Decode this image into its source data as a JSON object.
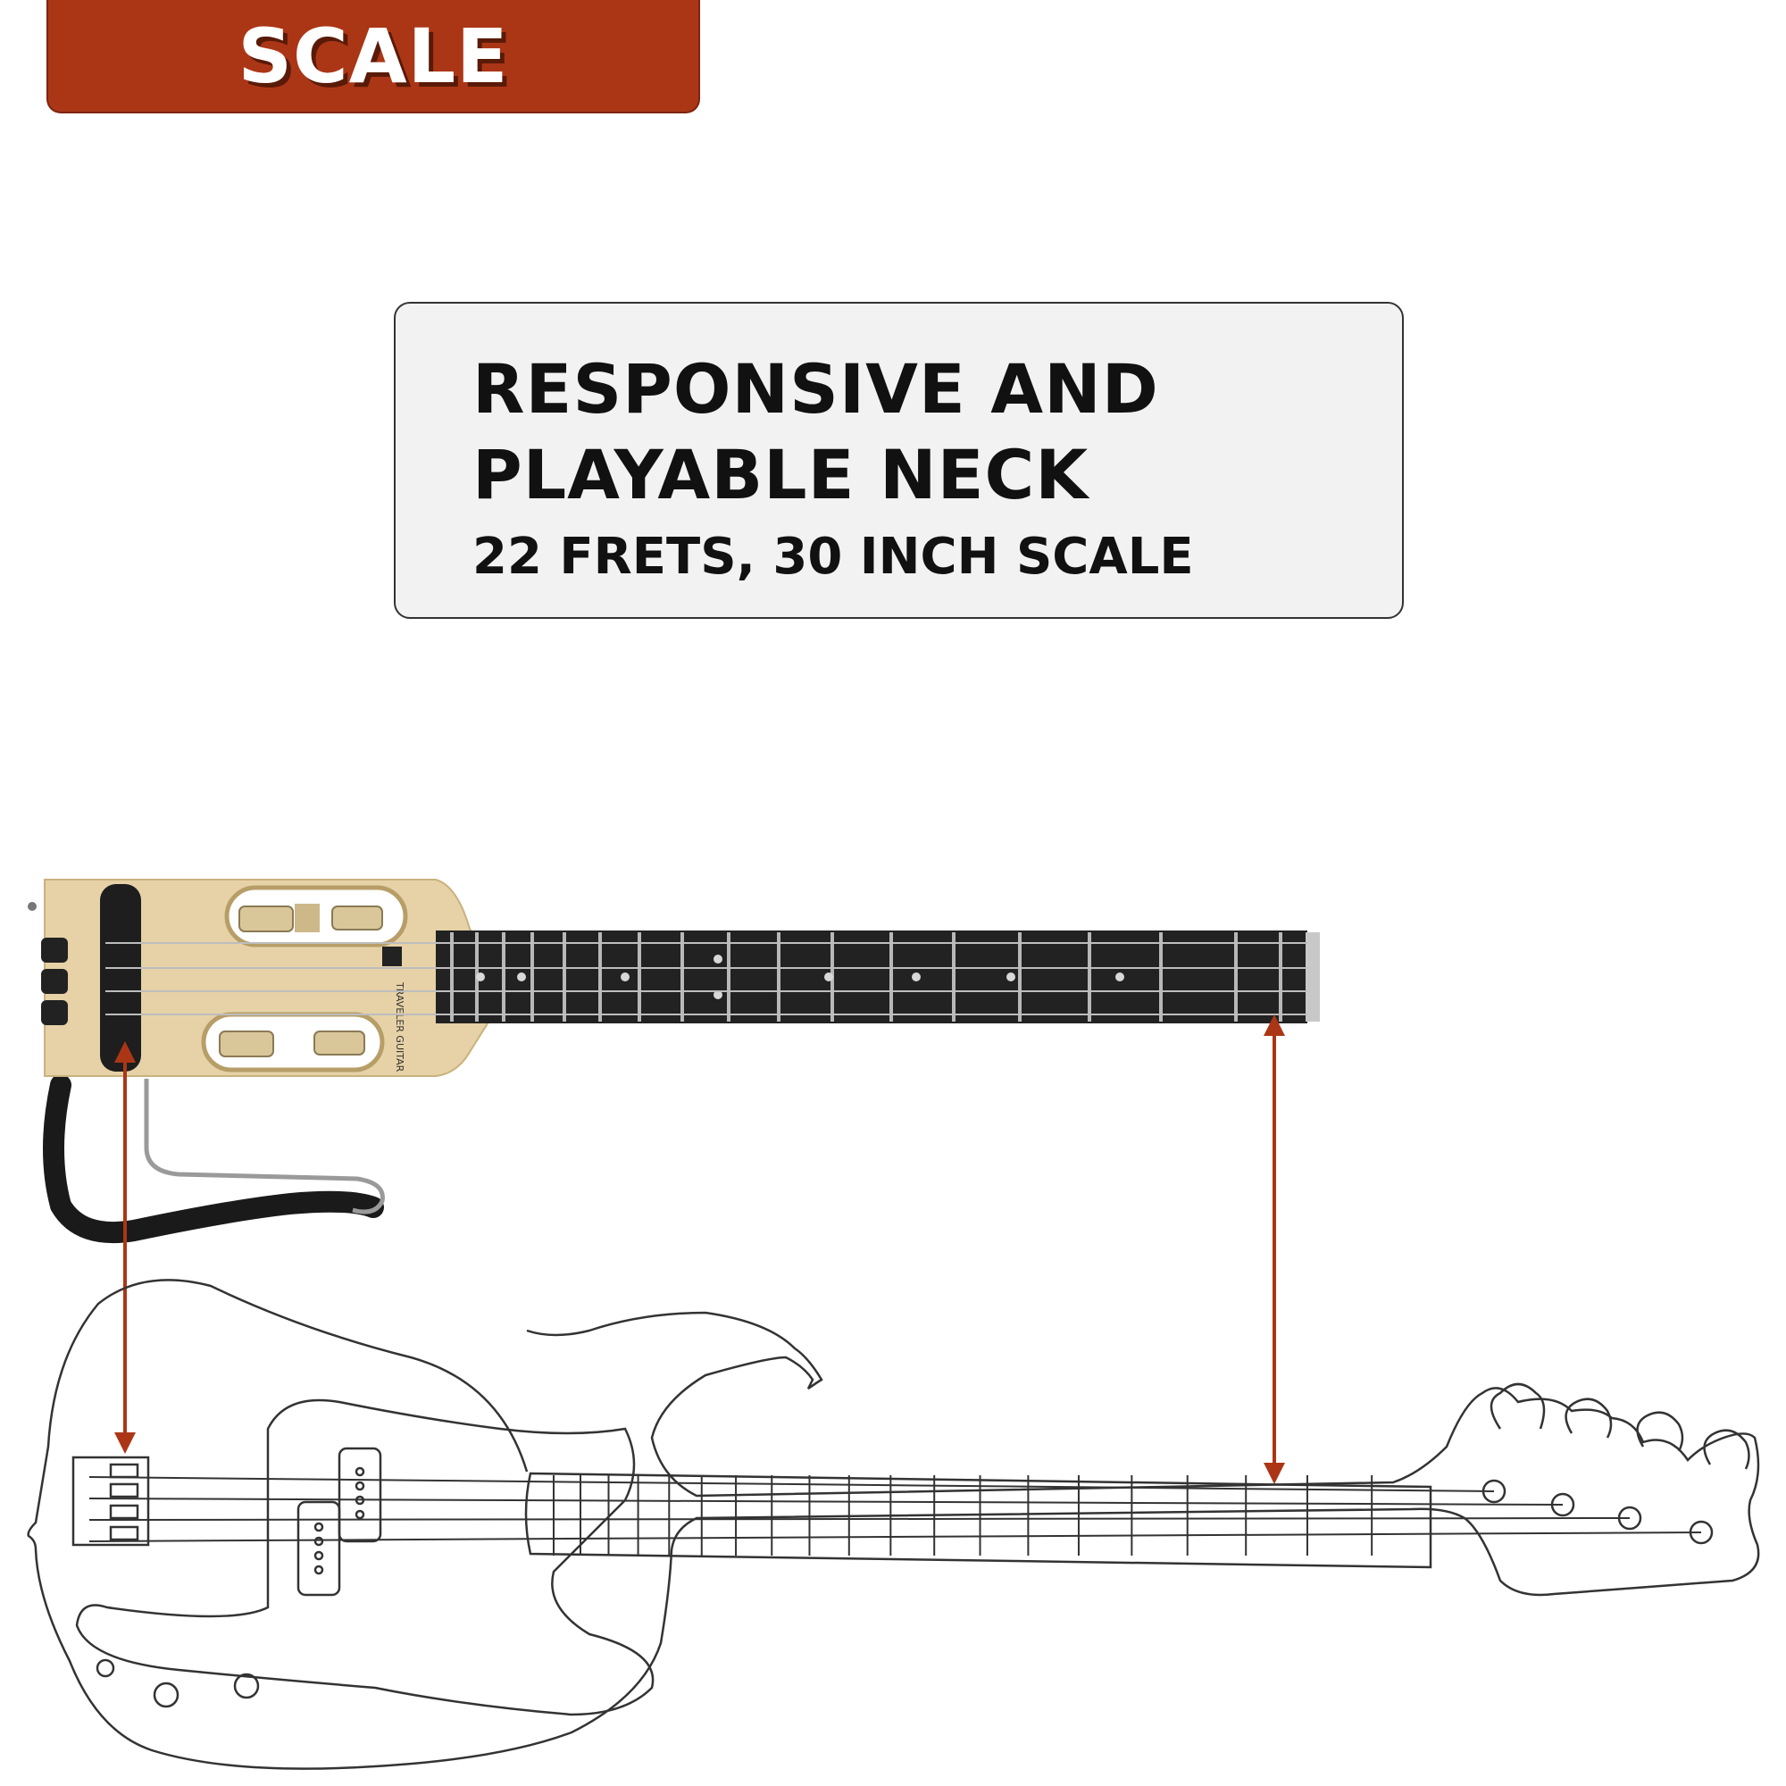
{
  "header": {
    "title": "SCALE"
  },
  "feature": {
    "headline_line1": "RESPONSIVE AND",
    "headline_line2": "PLAYABLE NECK",
    "subline": "22 FRETS, 30 INCH SCALE"
  },
  "illustration": {
    "travel_bass_brand": "TRAVELER GUITAR",
    "accent_color": "#ab3616",
    "wood_color": "#e6d2a6",
    "fretboard_color": "#222222"
  }
}
